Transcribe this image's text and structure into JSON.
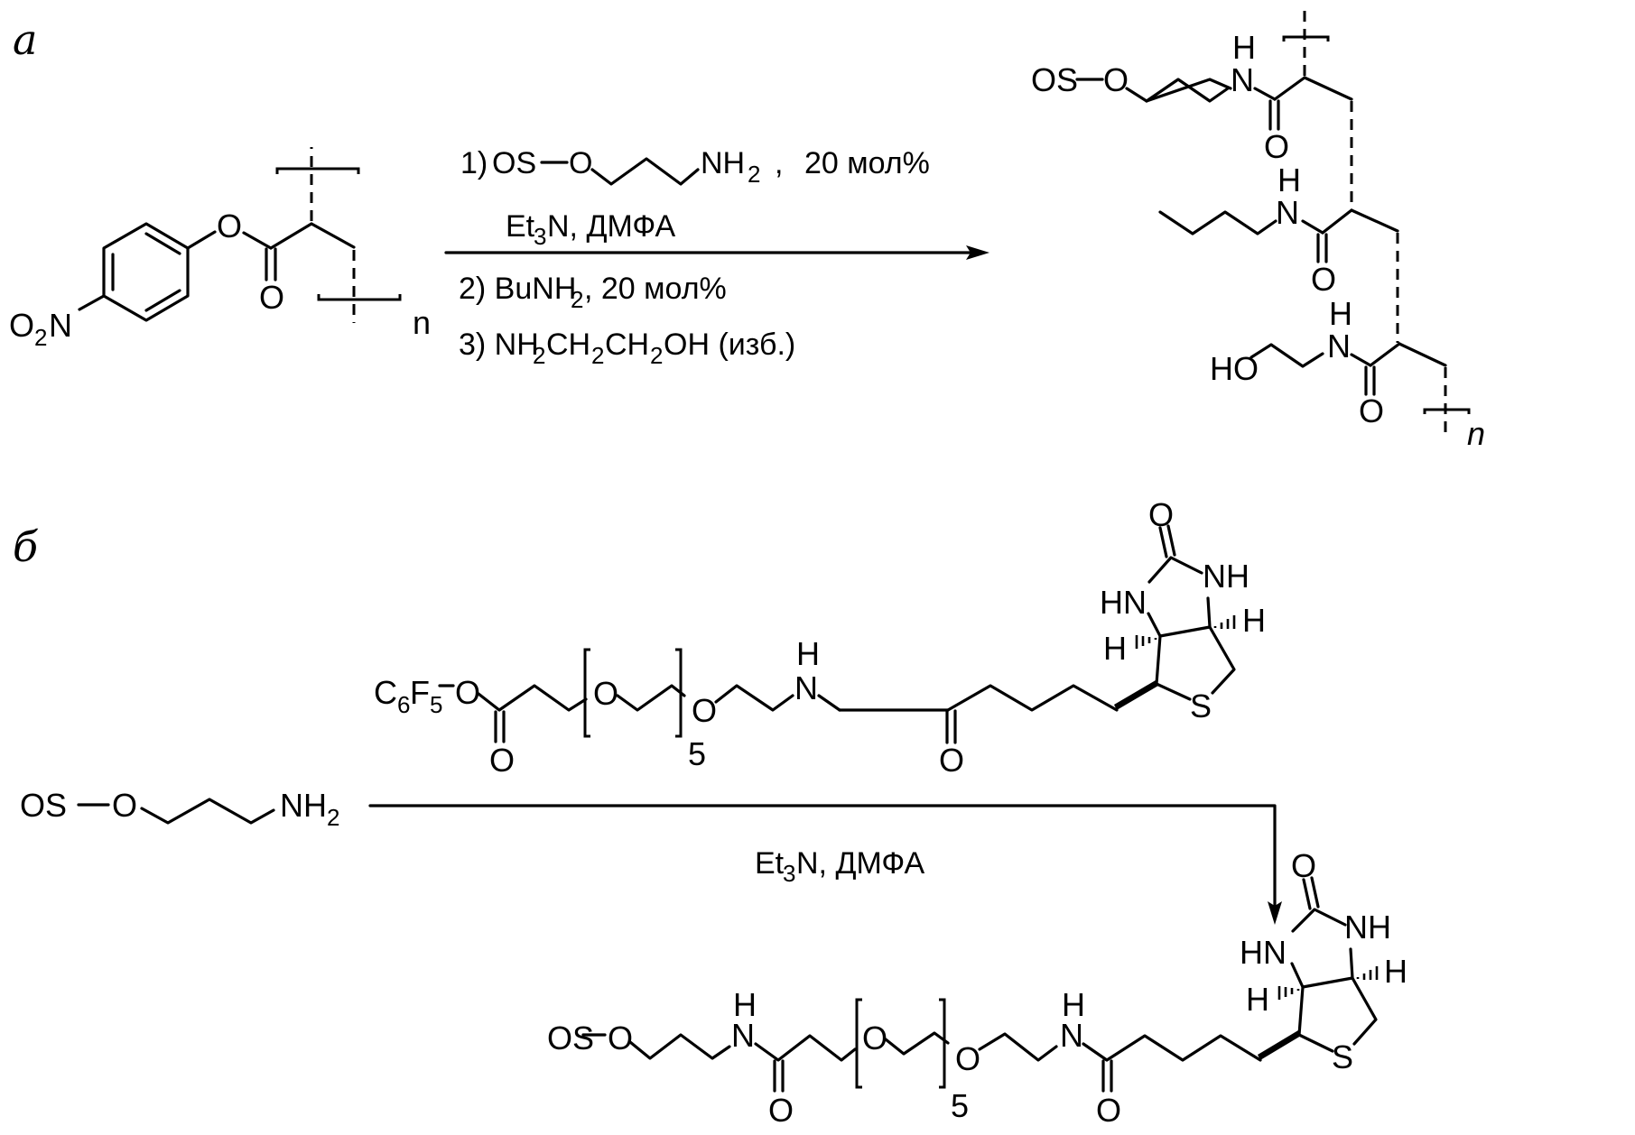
{
  "figure": {
    "panels": {
      "a": {
        "label": "а"
      },
      "b": {
        "label": "б"
      }
    },
    "scheme_a": {
      "reactant": {
        "name": "poly(4-nitrophenyl acrylate)",
        "nitro_label": "O",
        "nitro_sub": "2",
        "nitro_n": "N",
        "ester_o": "O",
        "carbonyl_o": "O",
        "repeat_n": "n"
      },
      "conditions": {
        "step1_prefix": "1)",
        "step1_os": "OS",
        "step1_o": "O",
        "step1_nh": "NH",
        "step1_nh_sub": "2",
        "step1_comma": ",",
        "step1_amount": "20 мол%",
        "step1_reagents_a": "Et",
        "step1_reagents_sub": "3",
        "step1_reagents_b": "N, ДМФА",
        "step2_a": "2) BuNH",
        "step2_sub": "2",
        "step2_b": ",  20 мол%",
        "step3_a": "3) NH",
        "step3_sub1": "2",
        "step3_b": "CH",
        "step3_sub2": "2",
        "step3_c": "CH",
        "step3_sub3": "2",
        "step3_d": "OH (изб.)"
      },
      "product": {
        "os": "OS",
        "o1": "O",
        "nh1_n": "N",
        "nh1_h": "H",
        "co1_o": "O",
        "nh2_n": "N",
        "nh2_h": "H",
        "co2_o": "O",
        "ho": "HO",
        "nh3_n": "N",
        "nh3_h": "H",
        "co3_o": "O",
        "repeat_n": "n"
      }
    },
    "scheme_b": {
      "reagent": {
        "c6f5_c": "C",
        "c6f5_sub1": "6",
        "c6f5_f": "F",
        "c6f5_sub2": "5",
        "ester_o": "O",
        "carbonyl_o": "O",
        "peg_o": "O",
        "peg_o2": "O",
        "peg_repeat": "5",
        "amide_n": "N",
        "amide_h": "H",
        "amide_o": "O",
        "biotin_o": "O",
        "biotin_hn": "HN",
        "biotin_nh": "NH",
        "biotin_h1": "H",
        "biotin_h2": "H",
        "biotin_s": "S"
      },
      "amine": {
        "os": "OS",
        "o": "O",
        "nh": "NH",
        "nh_sub": "2"
      },
      "conditions": {
        "reagents_a": "Et",
        "reagents_sub": "3",
        "reagents_b": "N, ДМФА"
      },
      "product": {
        "os": "OS",
        "o1": "O",
        "n1": "N",
        "h1": "H",
        "co1_o": "O",
        "peg_o": "O",
        "peg_o2": "O",
        "peg_repeat": "5",
        "n2": "N",
        "h2": "H",
        "co2_o": "O",
        "biotin_o": "O",
        "biotin_hn": "HN",
        "biotin_nh": "NH",
        "biotin_h1": "H",
        "biotin_h2": "H",
        "biotin_s": "S"
      }
    }
  }
}
